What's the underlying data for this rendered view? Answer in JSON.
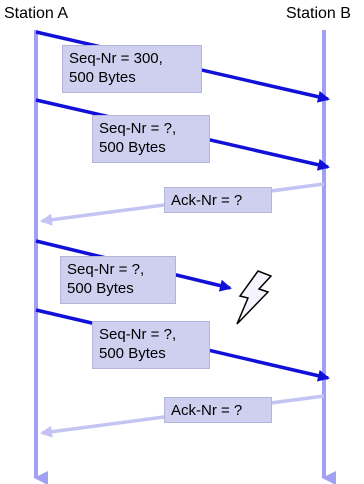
{
  "stations": {
    "a": "Station A",
    "b": "Station B"
  },
  "messages": [
    {
      "line1": "Seq-Nr = 300,",
      "line2": "500 Bytes",
      "direction": "A-to-B"
    },
    {
      "line1": "Seq-Nr = ?,",
      "line2": "500 Bytes",
      "direction": "A-to-B"
    },
    {
      "line1": "Ack-Nr = ?",
      "direction": "B-to-A"
    },
    {
      "line1": "Seq-Nr = ?,",
      "line2": "500 Bytes",
      "direction": "A-to-B",
      "lost": true
    },
    {
      "line1": "Seq-Nr = ?,",
      "line2": "500 Bytes",
      "direction": "A-to-B"
    },
    {
      "line1": "Ack-Nr = ?",
      "direction": "B-to-A"
    }
  ],
  "colors": {
    "timeline": "#a0a0f5",
    "data_arrow": "#1010d8",
    "ack_arrow": "#c4c4f4",
    "label_box": "#cfcff0",
    "lightning_fill": "#f4f4ff"
  },
  "icons": {
    "loss": "lightning-bolt-icon"
  }
}
